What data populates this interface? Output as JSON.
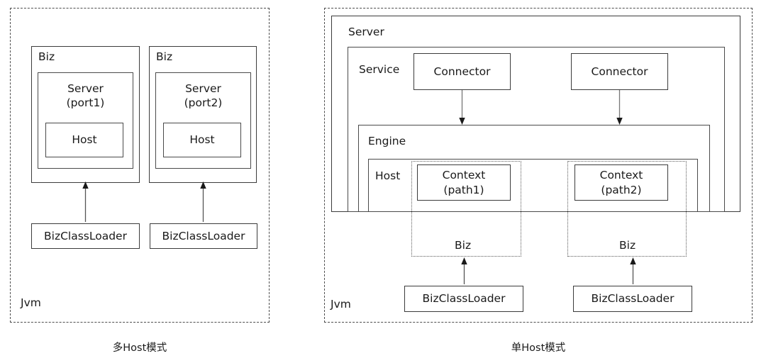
{
  "diagram": {
    "title_left": "多Host模式",
    "title_right": "单Host模式",
    "left_panel": {
      "jvm_label": "Jvm",
      "columns": [
        {
          "biz_label": "Biz",
          "server_label": "Server\n(port1)",
          "server_label_line1": "Server",
          "server_label_line2": "(port1)",
          "host_label": "Host",
          "classloader_label": "BizClassLoader"
        },
        {
          "biz_label": "Biz",
          "server_label": "Server\n(port2)",
          "server_label_line1": "Server",
          "server_label_line2": "(port2)",
          "host_label": "Host",
          "classloader_label": "BizClassLoader"
        }
      ]
    },
    "right_panel": {
      "jvm_label": "Jvm",
      "server_label": "Server",
      "service_label": "Service",
      "engine_label": "Engine",
      "host_label": "Host",
      "connectors": [
        {
          "label": "Connector"
        },
        {
          "label": "Connector"
        }
      ],
      "contexts": [
        {
          "biz_label": "Biz",
          "context_label_line1": "Context",
          "context_label_line2": "(path1)",
          "classloader_label": "BizClassLoader"
        },
        {
          "biz_label": "Biz",
          "context_label_line1": "Context",
          "context_label_line2": "(path2)",
          "classloader_label": "BizClassLoader"
        }
      ]
    }
  },
  "colors": {
    "stroke": "#3b3b3b",
    "text": "#1a1a1a",
    "arrow": "#555555",
    "background": "#ffffff"
  }
}
